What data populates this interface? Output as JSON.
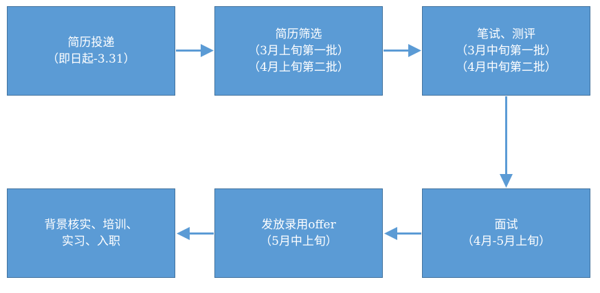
{
  "colors": {
    "box_fill": "#5B9BD5",
    "box_border": "#41719C",
    "arrow": "#5B9BD5",
    "text": "#FFFFFF"
  },
  "steps": [
    {
      "lines": [
        "简历投递",
        "（即日起-3.31）"
      ]
    },
    {
      "lines": [
        "简历筛选",
        "（3月上旬第一批）",
        "（4月上旬第二批）"
      ]
    },
    {
      "lines": [
        "笔试、测评",
        "（3月中旬第一批）",
        "（4月中旬第二批）"
      ]
    },
    {
      "lines": [
        "面试",
        "（4月-5月上旬）"
      ]
    },
    {
      "lines": [
        "发放录用offer",
        "（5月中上旬）"
      ]
    },
    {
      "lines": [
        "背景核实、培训、",
        "实习、入职"
      ]
    }
  ]
}
